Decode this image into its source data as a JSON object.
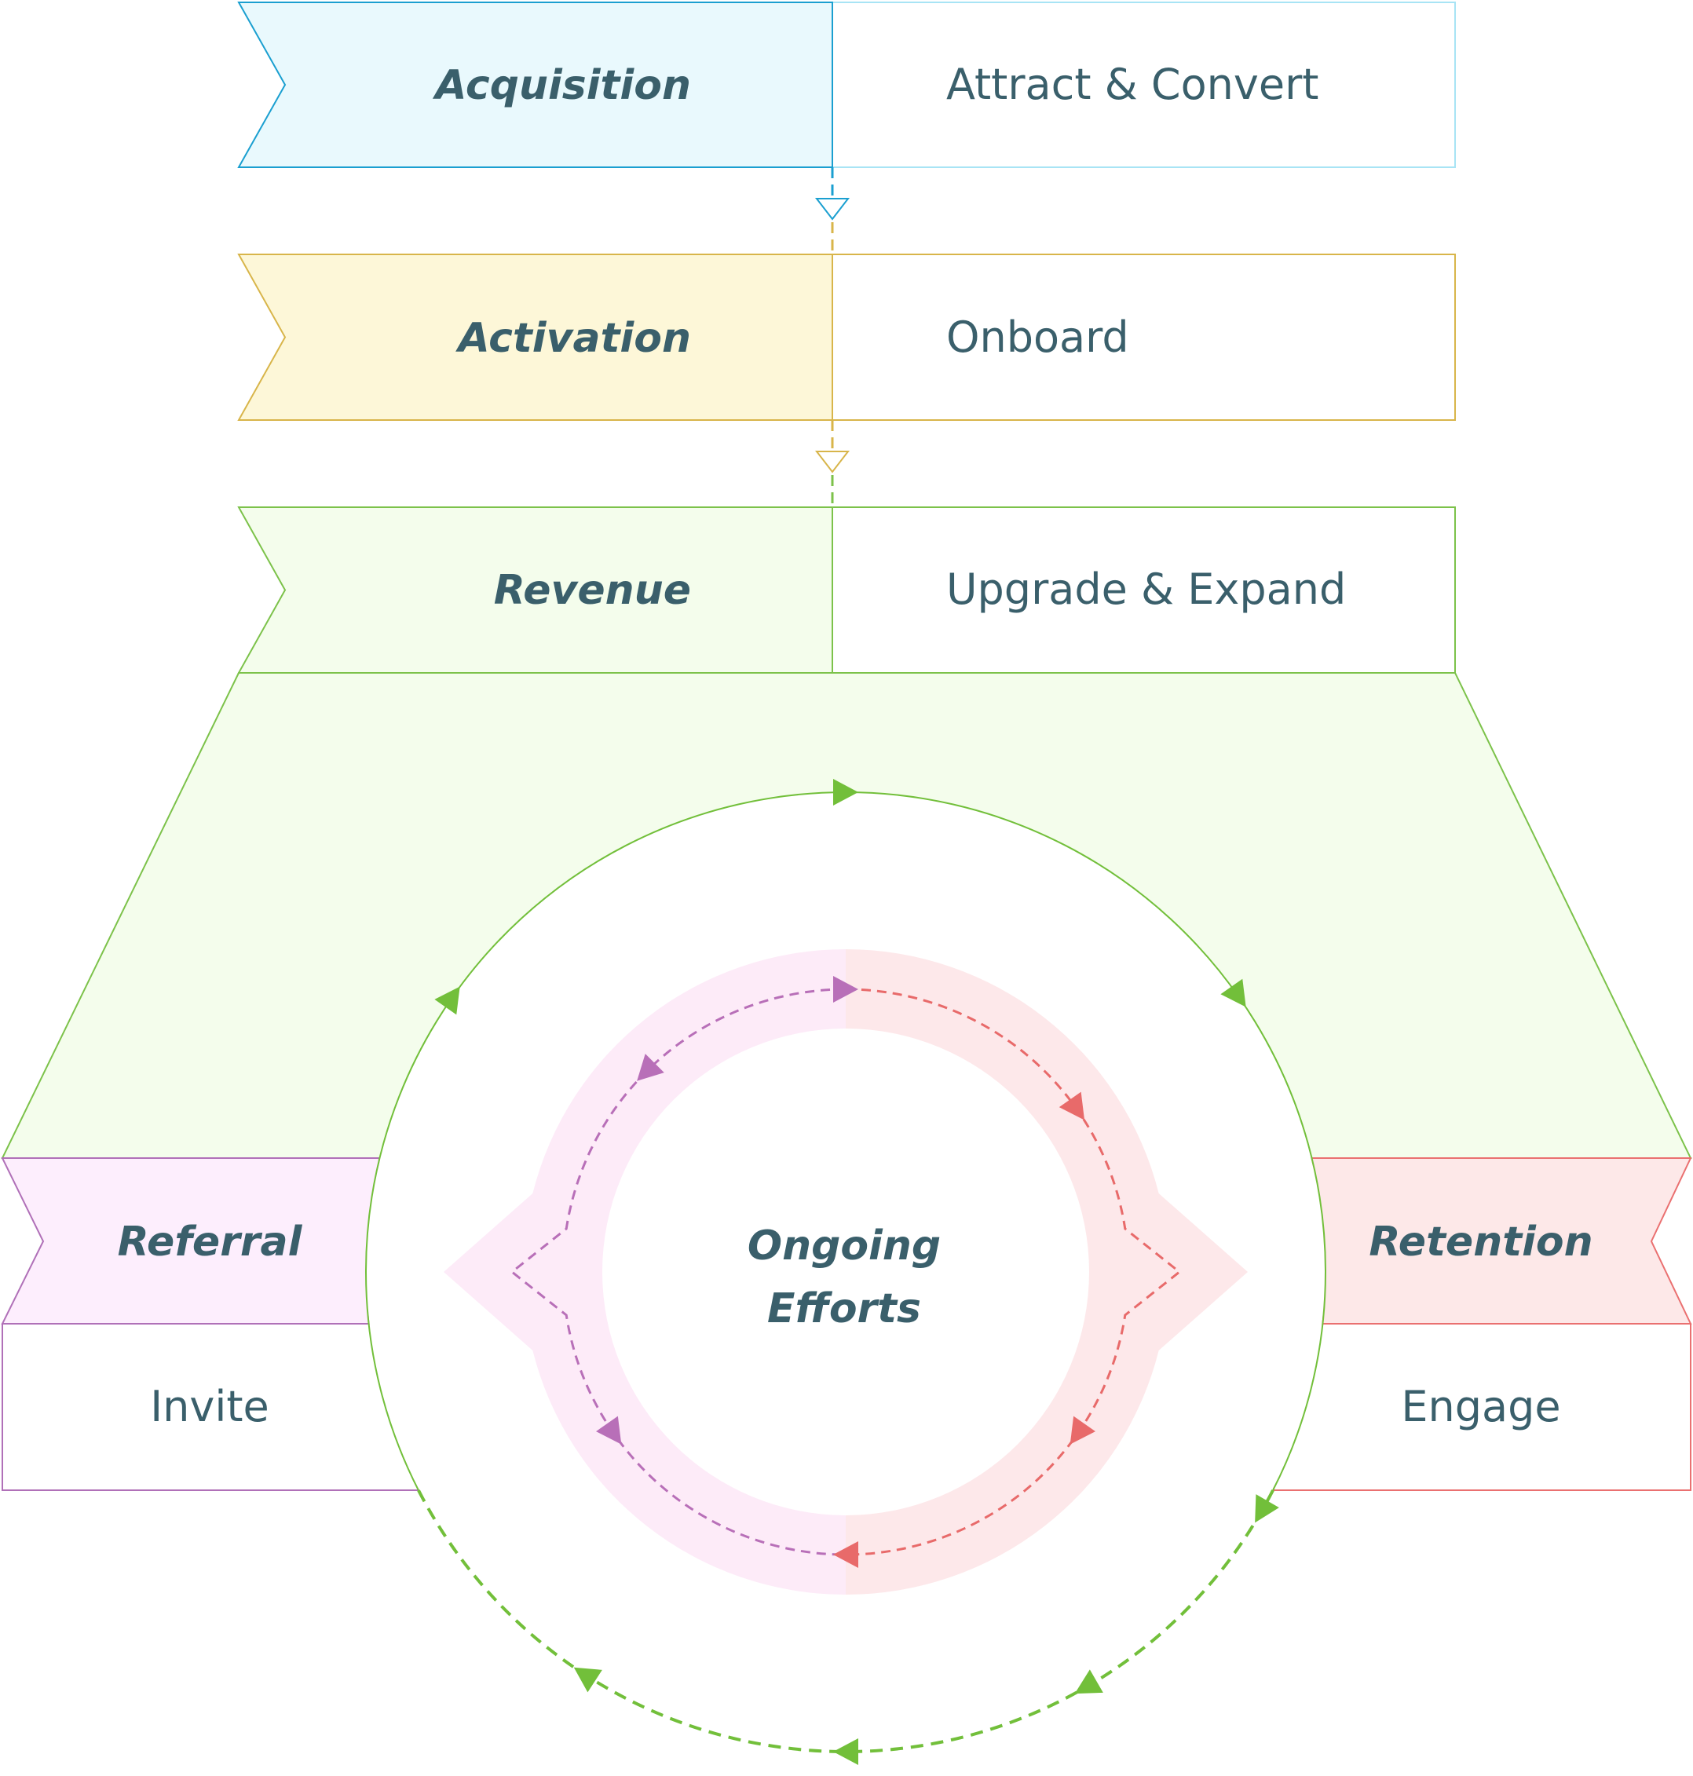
{
  "stages": [
    {
      "title": "Acquisition",
      "subtitle": "Attract & Convert",
      "fill": "#e9f9fd",
      "stroke": "#1a9fd0",
      "stroke_right": "#a8e4f5"
    },
    {
      "title": "Activation",
      "subtitle": "Onboard",
      "fill": "#fdf7d8",
      "stroke": "#d8b54a",
      "stroke_right": "#d8b54a"
    },
    {
      "title": "Revenue",
      "subtitle": "Upgrade & Expand",
      "fill": "#f4fdec",
      "stroke": "#7cc24a",
      "stroke_right": "#7cc24a"
    },
    {
      "title": "Referral",
      "subtitle": "Invite",
      "fill": "#fdeefd",
      "stroke": "#b070b8"
    },
    {
      "title": "Retention",
      "subtitle": "Engage",
      "fill": "#fde8e8",
      "stroke": "#ea7070"
    }
  ],
  "center": {
    "line1": "Ongoing",
    "line2": "Efforts"
  },
  "colors": {
    "cycle": "#72bf3a",
    "inner_left": "#b86fb8",
    "inner_right": "#e86a6a",
    "ring_left": "#fdebf8",
    "ring_right": "#fde8ea",
    "text": "#3a5f6b"
  }
}
